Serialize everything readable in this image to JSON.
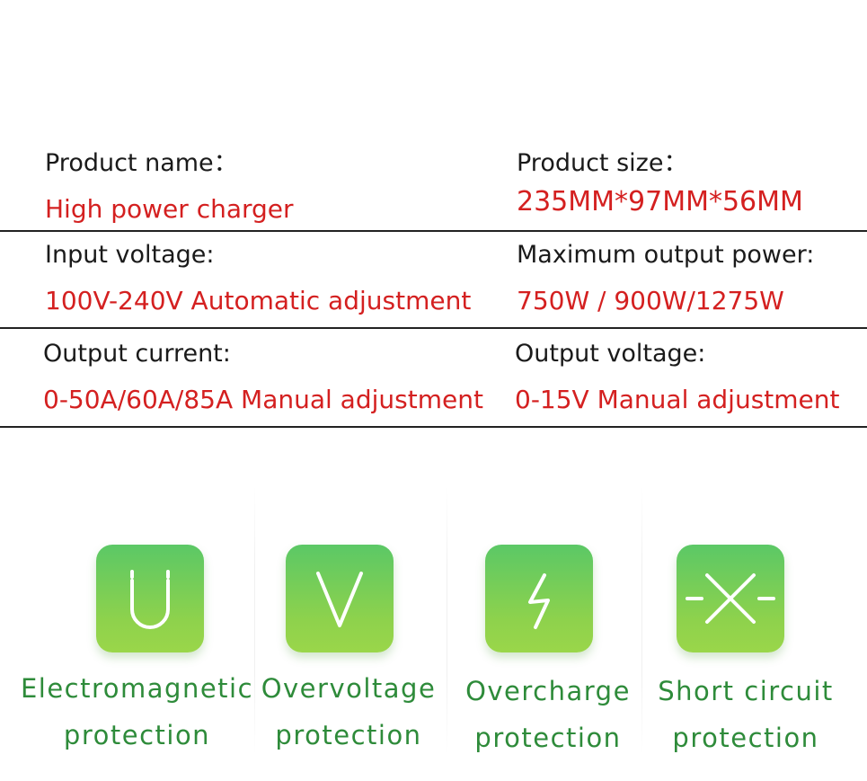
{
  "specs": [
    {
      "label": "Product name：",
      "value": "High power charger"
    },
    {
      "label": "Product size：",
      "value": "235MM*97MM*56MM"
    },
    {
      "label": "Input voltage:",
      "value": "100V-240V Automatic adjustment"
    },
    {
      "label": "Maximum output power:",
      "value": "750W / 900W/1275W"
    },
    {
      "label": "Output current:",
      "value": "0-50A/60A/85A Manual adjustment"
    },
    {
      "label": "Output voltage:",
      "value": "0-15V Manual adjustment"
    }
  ],
  "features": [
    {
      "line1": "Electromagnetic",
      "line2": "protection",
      "icon": "magnet-icon"
    },
    {
      "line1": "Overvoltage",
      "line2": "protection",
      "icon": "voltage-icon"
    },
    {
      "line1": "Overcharge",
      "line2": "protection",
      "icon": "lightning-icon"
    },
    {
      "line1": "Short circuit",
      "line2": "protection",
      "icon": "short-circuit-icon"
    }
  ],
  "colors": {
    "label_text": "#1a1a1a",
    "value_text": "#d42020",
    "feature_text": "#2e8b3a",
    "tile_top": "#5bc866",
    "tile_bottom": "#9ad64a"
  }
}
